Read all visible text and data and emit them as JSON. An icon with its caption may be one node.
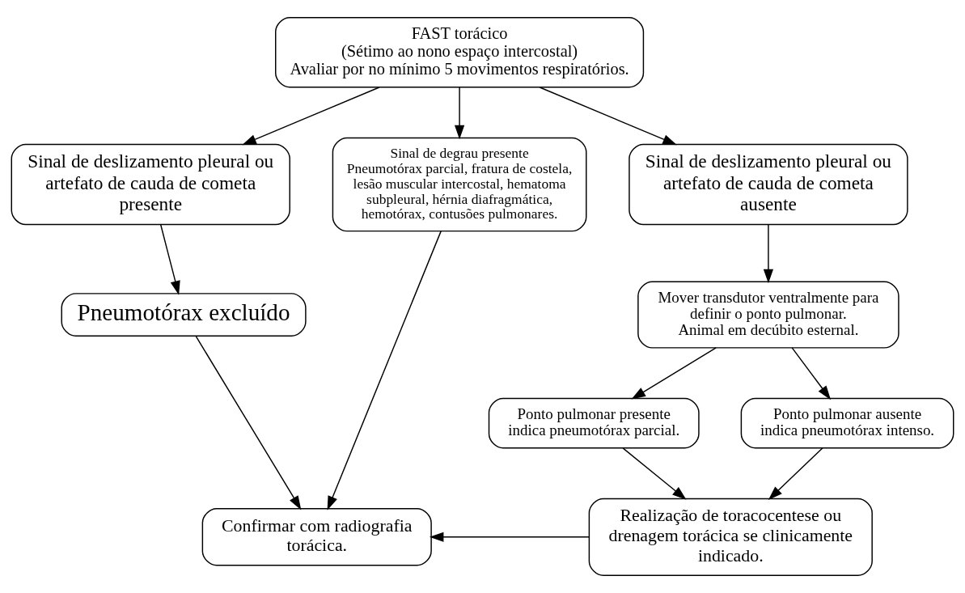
{
  "diagram": {
    "nodes": [
      {
        "text": [
          "FAST torácico",
          "(Sétimo ao nono espaço intercostal)",
          "Avaliar por no mínimo 5 movimentos respiratórios."
        ]
      },
      {
        "text": [
          "Sinal de deslizamento pleural ou artefato de cauda de cometa presente"
        ]
      },
      {
        "text": [
          "Sinal de degrau presente",
          "Pneumotórax parcial, fratura de costela, lesão muscular intercostal, hematoma subpleural, hérnia diafragmática, hemotórax, contusões pulmonares."
        ]
      },
      {
        "text": [
          "Sinal de deslizamento pleural ou artefato de cauda de cometa ausente"
        ]
      },
      {
        "text": [
          "Pneumotórax excluído"
        ]
      },
      {
        "text": [
          "Mover transdutor ventralmente para definir o ponto pulmonar.",
          "Animal em decúbito esternal."
        ]
      },
      {
        "text": [
          "Ponto pulmonar presente indica pneumotórax parcial."
        ]
      },
      {
        "text": [
          "Ponto pulmonar ausente indica pneumotórax intenso."
        ]
      },
      {
        "text": [
          "Confirmar com radiografia torácica."
        ]
      },
      {
        "text": [
          "Realização de toracocentese ou drenagem torácica se clinicamente indicado."
        ]
      }
    ],
    "edges": [
      {
        "from": 0,
        "to": 1,
        "arrow": "to"
      },
      {
        "from": 0,
        "to": 2,
        "arrow": "to"
      },
      {
        "from": 0,
        "to": 3,
        "arrow": "to"
      },
      {
        "from": 1,
        "to": 4,
        "arrow": "to"
      },
      {
        "from": 3,
        "to": 5,
        "arrow": "to"
      },
      {
        "from": 5,
        "to": 6,
        "arrow": "to"
      },
      {
        "from": 5,
        "to": 7,
        "arrow": "to"
      },
      {
        "from": 4,
        "to": 8,
        "arrow": "to"
      },
      {
        "from": 2,
        "to": 8,
        "arrow": "to"
      },
      {
        "from": 6,
        "to": 9,
        "arrow": "to"
      },
      {
        "from": 7,
        "to": 9,
        "arrow": "to"
      },
      {
        "from": 9,
        "to": 8,
        "arrow": "to"
      }
    ]
  }
}
